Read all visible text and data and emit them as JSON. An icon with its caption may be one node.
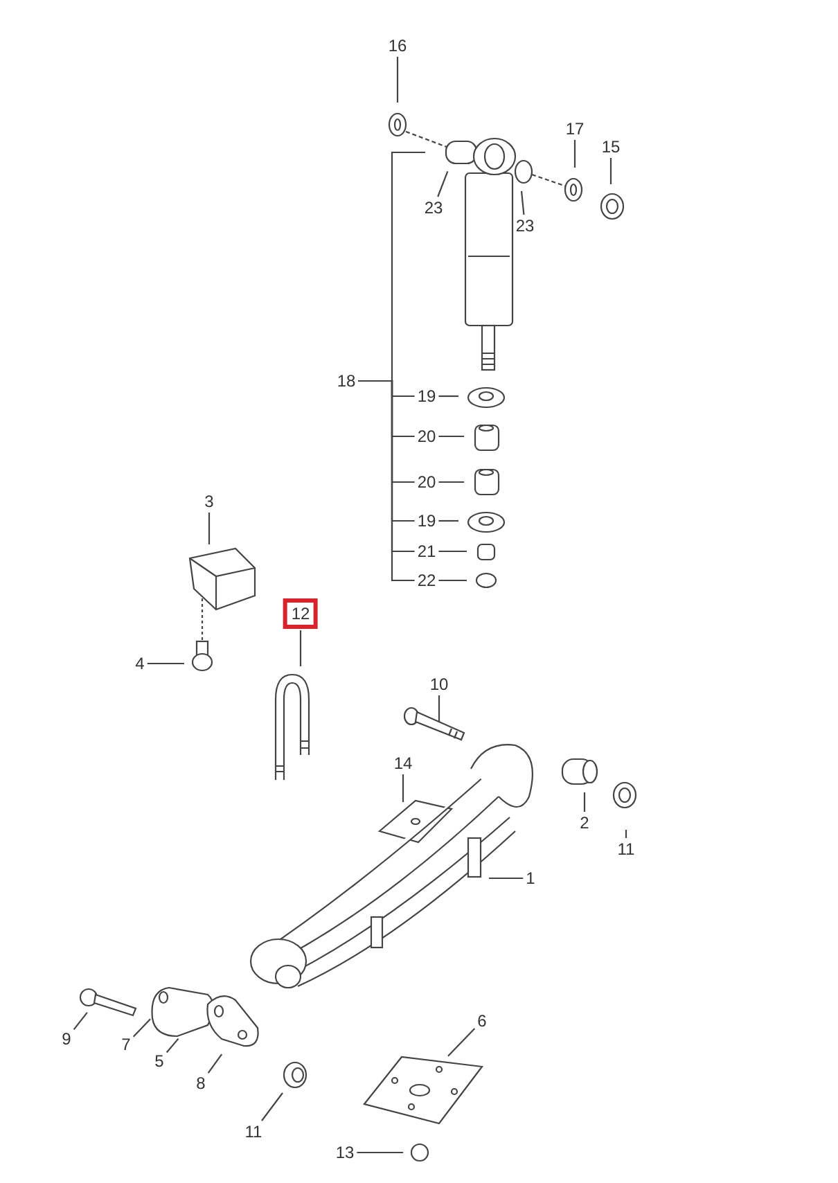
{
  "diagram": {
    "nodes": [
      {
        "text": [
          "16"
        ]
      },
      {
        "text": [
          "17"
        ]
      },
      {
        "text": [
          "15"
        ]
      },
      {
        "text": [
          "23"
        ]
      },
      {
        "text": [
          "23"
        ]
      },
      {
        "text": [
          "18"
        ]
      },
      {
        "text": [
          "19"
        ]
      },
      {
        "text": [
          "20"
        ]
      },
      {
        "text": [
          "20"
        ]
      },
      {
        "text": [
          "19"
        ]
      },
      {
        "text": [
          "21"
        ]
      },
      {
        "text": [
          "22"
        ]
      },
      {
        "text": [
          "3"
        ]
      },
      {
        "text": [
          "12"
        ]
      },
      {
        "text": [
          "4"
        ]
      },
      {
        "text": [
          "10"
        ]
      },
      {
        "text": [
          "14"
        ]
      },
      {
        "text": [
          "2"
        ]
      },
      {
        "text": [
          "11"
        ]
      },
      {
        "text": [
          "1"
        ]
      },
      {
        "text": [
          "9"
        ]
      },
      {
        "text": [
          "7"
        ]
      },
      {
        "text": [
          "5"
        ]
      },
      {
        "text": [
          "8"
        ]
      },
      {
        "text": [
          "6"
        ]
      },
      {
        "text": [
          "11"
        ]
      },
      {
        "text": [
          "13"
        ]
      }
    ],
    "edges": [
      {
        "from": 0,
        "to": null,
        "arrow": "none"
      },
      {
        "from": 1,
        "to": null,
        "arrow": "none"
      },
      {
        "from": 2,
        "to": null,
        "arrow": "none"
      },
      {
        "from": 3,
        "to": null,
        "arrow": "none"
      },
      {
        "from": 4,
        "to": null,
        "arrow": "none"
      },
      {
        "from": 5,
        "to": null,
        "arrow": "none"
      },
      {
        "from": 5,
        "to": 6,
        "arrow": "none"
      },
      {
        "from": 5,
        "to": 7,
        "arrow": "none"
      },
      {
        "from": 5,
        "to": 8,
        "arrow": "none"
      },
      {
        "from": 5,
        "to": 9,
        "arrow": "none"
      },
      {
        "from": 5,
        "to": 10,
        "arrow": "none"
      },
      {
        "from": 5,
        "to": 11,
        "arrow": "none"
      },
      {
        "from": 6,
        "to": null,
        "arrow": "none"
      },
      {
        "from": 7,
        "to": null,
        "arrow": "none"
      },
      {
        "from": 8,
        "to": null,
        "arrow": "none"
      },
      {
        "from": 9,
        "to": null,
        "arrow": "none"
      },
      {
        "from": 10,
        "to": null,
        "arrow": "none"
      },
      {
        "from": 11,
        "to": null,
        "arrow": "none"
      },
      {
        "from": 12,
        "to": null,
        "arrow": "none"
      },
      {
        "from": 13,
        "to": null,
        "arrow": "none"
      },
      {
        "from": 14,
        "to": null,
        "arrow": "none"
      },
      {
        "from": 15,
        "to": null,
        "arrow": "none"
      },
      {
        "from": 16,
        "to": null,
        "arrow": "none"
      },
      {
        "from": 17,
        "to": null,
        "arrow": "none"
      },
      {
        "from": 18,
        "to": null,
        "arrow": "none"
      },
      {
        "from": 19,
        "to": null,
        "arrow": "none"
      },
      {
        "from": 20,
        "to": null,
        "arrow": "none"
      },
      {
        "from": 21,
        "to": null,
        "arrow": "none"
      },
      {
        "from": 22,
        "to": null,
        "arrow": "none"
      },
      {
        "from": 23,
        "to": null,
        "arrow": "none"
      },
      {
        "from": 24,
        "to": null,
        "arrow": "none"
      },
      {
        "from": 25,
        "to": null,
        "arrow": "none"
      },
      {
        "from": 26,
        "to": null,
        "arrow": "none"
      }
    ]
  }
}
